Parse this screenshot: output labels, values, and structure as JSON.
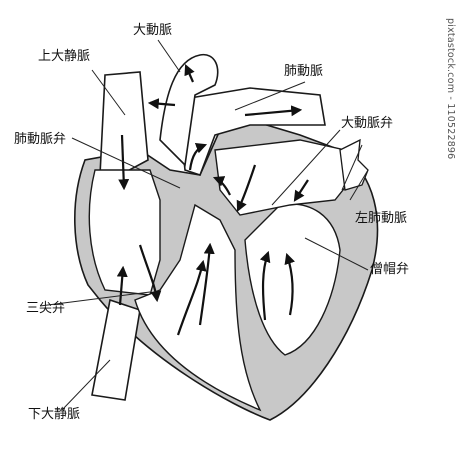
{
  "labels": {
    "superior_vena_cava": "上大静脈",
    "aorta": "大動脈",
    "pulmonary_artery": "肺動脈",
    "aortic_valve": "大動脈弁",
    "pulmonary_valve": "肺動脈弁",
    "left_pulmonary_vein": "左肺動脈",
    "mitral_valve": "僧帽弁",
    "tricuspid_valve": "三尖弁",
    "inferior_vena_cava": "下大静脈"
  },
  "watermark": "pixtastock.com - 110522896",
  "colors": {
    "outline": "#1a1a1a",
    "fill_dark": "#c8c8c8",
    "fill_light": "#ffffff",
    "line": "#222222"
  }
}
